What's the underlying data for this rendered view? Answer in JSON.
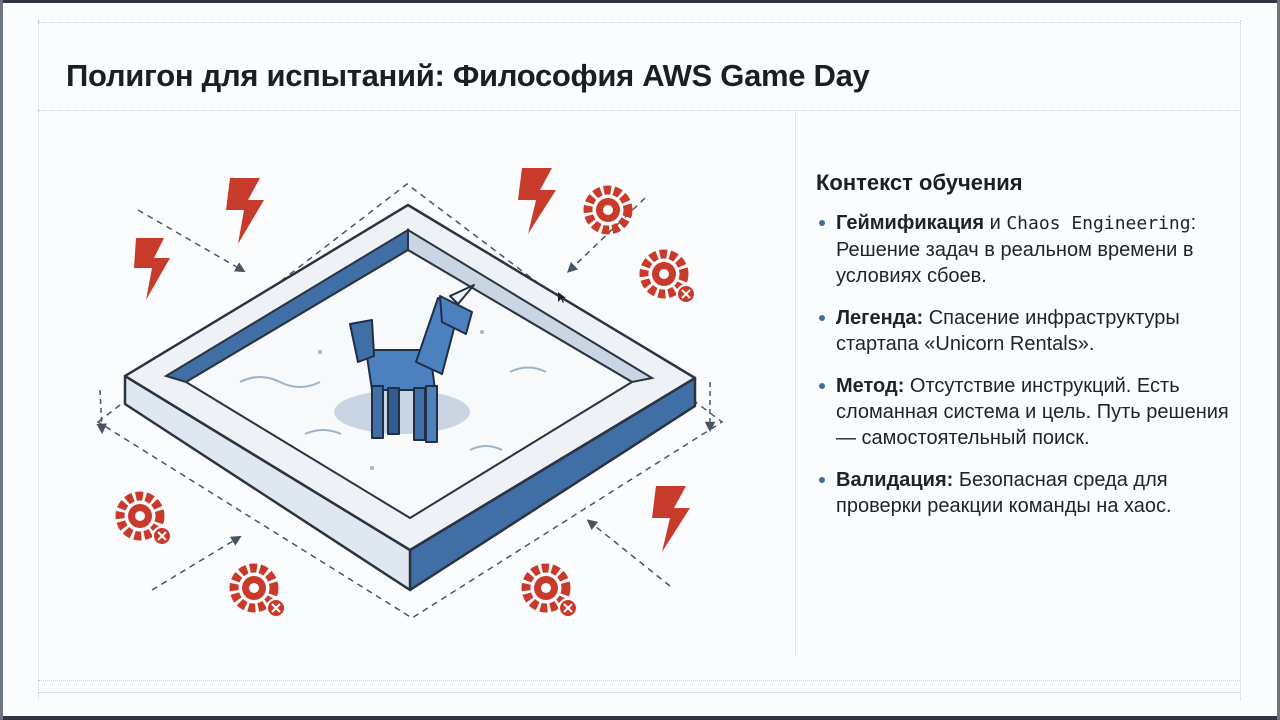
{
  "slide": {
    "title": "Полигон для испытаний: Философия AWS Game Day"
  },
  "illustration": {
    "subject": "sandbox",
    "figure": "unicorn",
    "hazard_icons": [
      "lightning-bolt-icon",
      "broken-gear-icon"
    ],
    "colors": {
      "accent_blue": "#3f6fa5",
      "hazard_red": "#c83a2a",
      "frame_stroke": "#2a3340"
    }
  },
  "panel": {
    "heading": "Контекст обучения",
    "items": [
      {
        "term": "Геймификация",
        "joiner": " и ",
        "code": "Chaos Engineering",
        "description": ": Решение задач в реальном времени в условиях сбоев."
      },
      {
        "term": "Легенда:",
        "description": " Спасение инфраструктуры стартапа «Unicorn Rentals»."
      },
      {
        "term": "Метод:",
        "description": " Отсутствие инструкций. Есть сломанная система и цель. Путь решения — самостоятельный поиск."
      },
      {
        "term": "Валидация:",
        "description": " Безопасная среда для проверки реакции команды на хаос."
      }
    ]
  }
}
